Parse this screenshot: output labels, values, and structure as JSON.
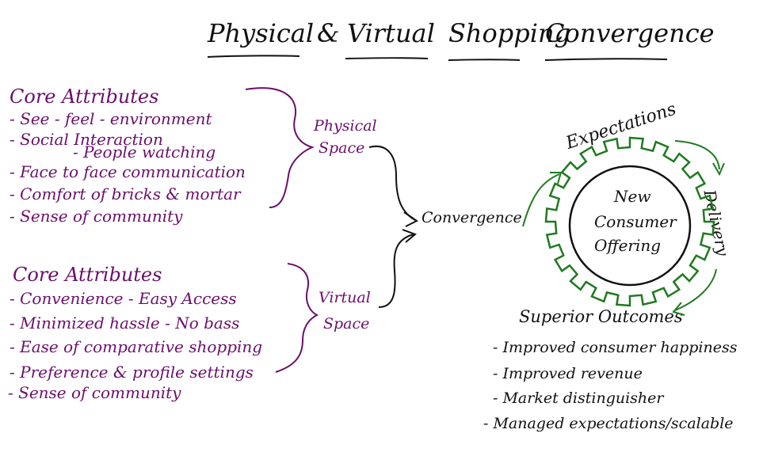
{
  "title": {
    "part1": "Physical",
    "amp": "&",
    "part2": "Virtual",
    "part3": "Shopping",
    "part4": "Convergence"
  },
  "physical": {
    "heading": "Core Attributes",
    "items": [
      "- See - feel - environment",
      "- Social Interaction",
      "- People watching",
      "- Face to face communication",
      "- Comfort of bricks & mortar",
      "- Sense of community"
    ],
    "label_line1": "Physical",
    "label_line2": "Space"
  },
  "virtual": {
    "heading": "Core Attributes",
    "items": [
      "- Convenience - Easy Access",
      "- Minimized hassle - No bass",
      "- Ease of comparative shopping",
      "- Preference & profile settings",
      "- Sense of community"
    ],
    "label_line1": "Virtual",
    "label_line2": "Space"
  },
  "convergence": {
    "label": "Convergence"
  },
  "cycle": {
    "center_line1": "New",
    "center_line2": "Consumer",
    "center_line3": "Offering",
    "expectations": "Expectations",
    "delivery": "Delivery"
  },
  "outcomes": {
    "heading": "Superior Outcomes",
    "items": [
      "- Improved consumer happiness",
      "- Improved revenue",
      "- Market distinguisher",
      "- Managed expectations/scalable"
    ]
  },
  "colors": {
    "purple": "#6b0f6b",
    "green": "#1f7a1f",
    "ink": "#111111"
  }
}
